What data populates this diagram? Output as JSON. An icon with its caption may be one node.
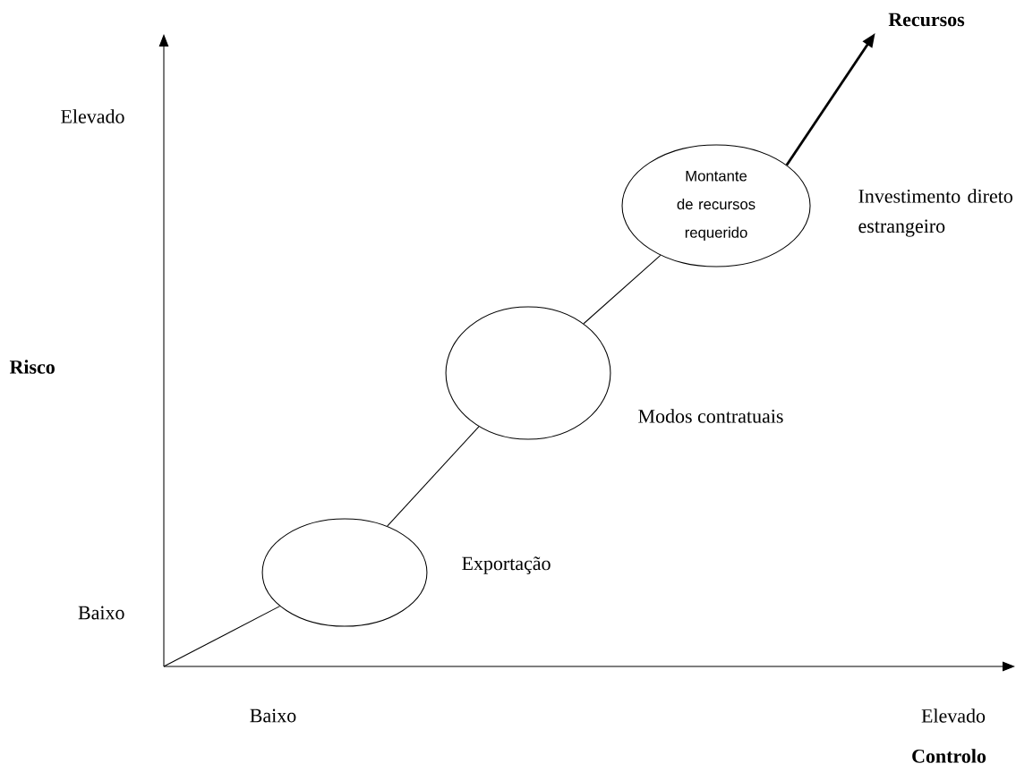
{
  "diagram": {
    "nodes": [
      {
        "text": [],
        "shape": "circle",
        "beside": [
          "Exportação"
        ]
      },
      {
        "text": [],
        "shape": "circle",
        "beside": [
          "Modos contratuais"
        ]
      },
      {
        "text": [
          "Montante de recursos requerido"
        ],
        "beside": [
          "Investimento direto estrangeiro"
        ]
      },
      {
        "text": [
          "Recursos"
        ]
      }
    ],
    "edges": [
      {
        "from": null,
        "to": 0,
        "arrow": "none"
      },
      {
        "from": 0,
        "to": 1,
        "arrow": "none"
      },
      {
        "from": 1,
        "to": 2,
        "arrow": "none"
      },
      {
        "from": 2,
        "to": 3,
        "arrow": "to",
        "style": "thick"
      }
    ],
    "labels": [
      "Elevado",
      "Risco",
      "Baixo",
      "Baixo",
      "Elevado",
      "Controlo"
    ]
  }
}
